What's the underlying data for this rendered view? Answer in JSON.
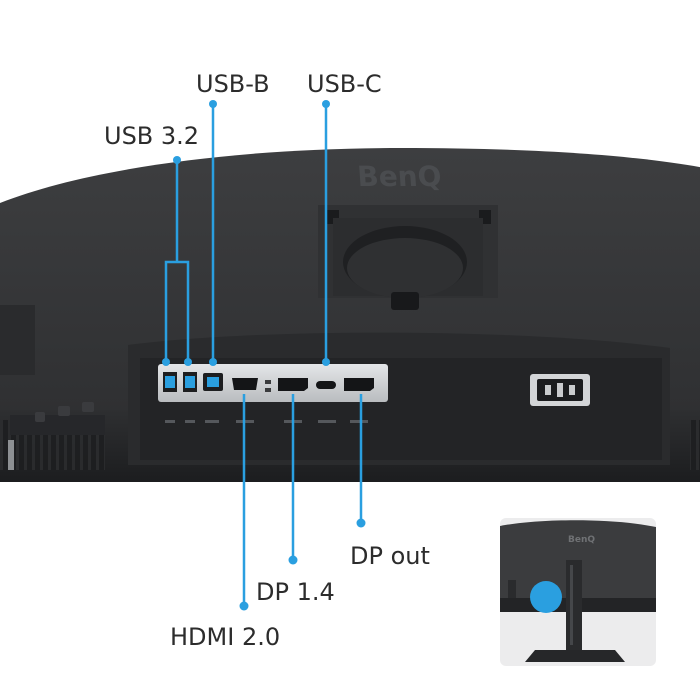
{
  "brand": {
    "logo_text": "BenQ"
  },
  "accent_color": "#2a9fe0",
  "ports": {
    "usb32": "USB 3.2",
    "usbb": "USB-B",
    "usbc": "USB-C",
    "dpout": "DP out",
    "dp14": "DP 1.4",
    "hdmi": "HDMI 2.0"
  },
  "inset": {
    "logo_text": "BenQ"
  }
}
